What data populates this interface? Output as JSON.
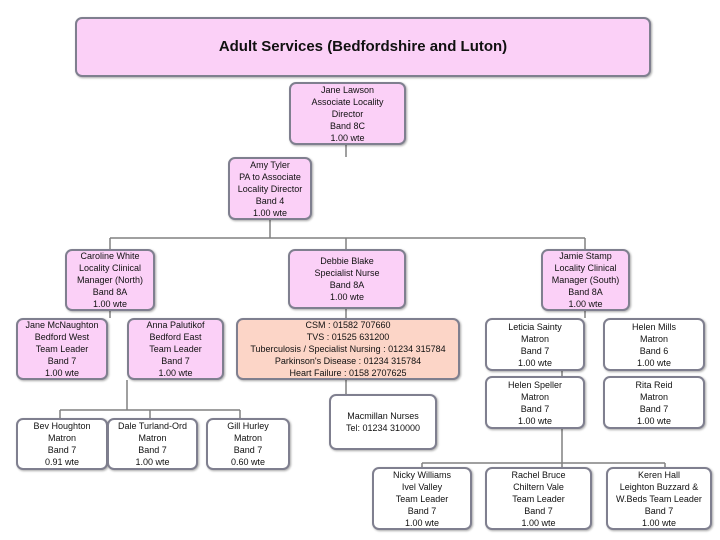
{
  "title": "Adult Services (Bedfordshire and Luton)",
  "nodes": {
    "jane_lawson": "Jane Lawson\nAssociate Locality\nDirector\nBand 8C\n1.00 wte",
    "amy_tyler": "Amy Tyler\nPA to Associate\nLocality Director\nBand 4\n1.00 wte",
    "caroline_white": "Caroline White\nLocality Clinical\nManager (North)\nBand 8A\n1.00 wte",
    "debbie_blake": "Debbie Blake\nSpecialist Nurse\nBand 8A\n1.00 wte",
    "jamie_stamp": "Jamie Stamp\nLocality Clinical\nManager (South)\nBand 8A\n1.00  wte",
    "jane_mcnaughton": "Jane McNaughton\nBedford West\nTeam Leader\nBand 7\n1.00 wte",
    "anna_palutikof": "Anna Palutikof\nBedford East\nTeam Leader\nBand 7\n1.00 wte",
    "specialist_contacts": "CSM : 01582 707660\nTVS : 01525 631200\nTuberculosis / Specialist Nursing : 01234 315784\nParkinson's Disease : 01234 315784\nHeart Failure : 0158 2707625",
    "leticia_sainty": "Leticia Sainty\nMatron\nBand 7\n1.00 wte",
    "helen_mills": "Helen Mills\nMatron\nBand 6\n1.00 wte",
    "helen_speller": "Helen Speller\nMatron\nBand 7\n1.00 wte",
    "rita_reid": "Rita Reid\nMatron\nBand 7\n1.00 wte",
    "bev_houghton": "Bev Houghton\nMatron\nBand 7\n0.91 wte",
    "dale_turland_ord": "Dale Turland-Ord\nMatron\nBand 7\n1.00 wte",
    "gill_hurley": "Gill Hurley\nMatron\nBand 7\n0.60 wte",
    "macmillan_nurses": "Macmillan Nurses\nTel: 01234 310000",
    "nicky_williams": "Nicky Williams\nIvel Valley\nTeam Leader\nBand 7\n1.00 wte",
    "rachel_bruce": "Rachel Bruce\nChiltern Vale\nTeam Leader\nBand 7\n1.00 wte",
    "keren_hall": "Keren Hall\nLeighton Buzzard &\nW.Beds Team Leader\nBand 7\n1.00 wte"
  },
  "colors": {
    "box_fill": "#fbd0f7",
    "peach_fill": "#fcd5c7",
    "border": "#7f7f8f",
    "line": "#808080"
  }
}
